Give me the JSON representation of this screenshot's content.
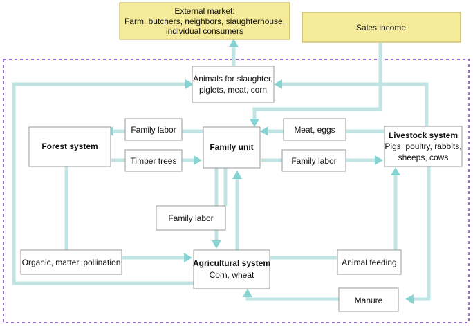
{
  "colors": {
    "flow": "#bfe4e3",
    "arrowhead": "#86d3d1",
    "external_box": "#f4ea9a",
    "boundary": "#9b6fd6"
  },
  "nodes": {
    "external_market": {
      "title": "External market:",
      "lines": [
        "Farm, butchers, neighbors, slaughterhouse,",
        "individual consumers"
      ]
    },
    "sales_income": {
      "label": "Sales income"
    },
    "animals_for_slaughter": {
      "lines": [
        "Animals for slaughter,",
        "piglets, meat, corn"
      ]
    },
    "family_labor_top": {
      "label": "Family labor"
    },
    "meat_eggs": {
      "label": "Meat, eggs"
    },
    "forest_system": {
      "label": "Forest system"
    },
    "family_unit": {
      "label": "Family unit"
    },
    "livestock_system": {
      "title": "Livestock system",
      "lines": [
        "Pigs, poultry, rabbits,",
        "sheeps, cows"
      ]
    },
    "timber_trees": {
      "label": "Timber trees"
    },
    "family_labor_right": {
      "label": "Family labor"
    },
    "family_labor_mid": {
      "label": "Family labor"
    },
    "organic_matter": {
      "label": "Organic, matter, pollination"
    },
    "agricultural_system": {
      "title": "Agricultural system",
      "subtitle": "Corn, wheat"
    },
    "animal_feeding": {
      "label": "Animal feeding"
    },
    "manure": {
      "label": "Manure"
    }
  }
}
